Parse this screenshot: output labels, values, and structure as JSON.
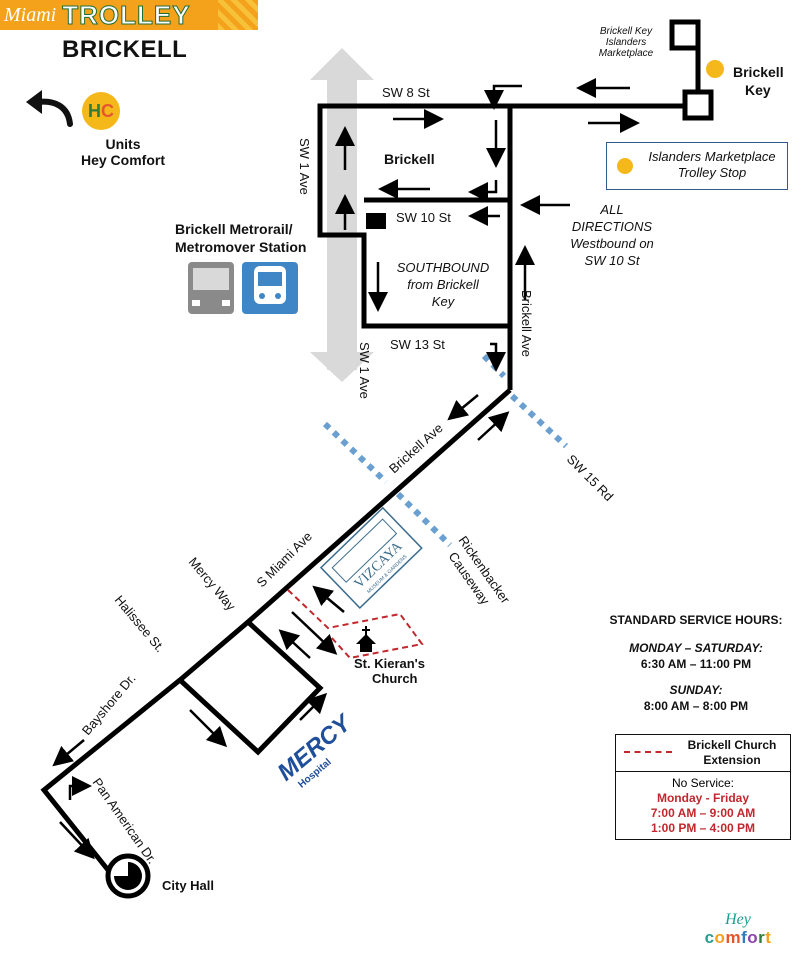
{
  "header": {
    "logo_miami": "Miami",
    "logo_trolley": "TROLLEY",
    "route_name": "BRICKELL"
  },
  "units": {
    "badge_h": "H",
    "badge_c": "C",
    "line1": "Units",
    "line2": "Hey Comfort"
  },
  "streets": {
    "sw8": "SW 8 St",
    "sw10": "SW 10 St",
    "sw13": "SW 13 St",
    "sw1_top": "SW 1 Ave",
    "sw1_bottom": "SW 1 Ave",
    "brickell_ave_right": "Brickell Ave",
    "brickell_ave_diag": "Brickell Ave",
    "sw15": "SW 15 Rd",
    "s_miami_ave": "S Miami Ave",
    "mercy_way": "Mercy Way",
    "halissee": "Halissee St.",
    "bayshore": "Bayshore Dr.",
    "pan_american": "Pan American Dr.",
    "rickenbacker_1": "Rickenbacker",
    "rickenbacker_2": "Causeway"
  },
  "places": {
    "brickell": "Brickell",
    "brickell_key_1": "Brickell",
    "brickell_key_2": "Key",
    "islanders_1": "Brickell Key",
    "islanders_2": "Islanders",
    "islanders_3": "Marketplace",
    "metro_1": "Brickell Metrorail/",
    "metro_2": "Metromover Station",
    "st_kierans_1": "St. Kieran's",
    "st_kierans_2": "Church",
    "city_hall": "City Hall",
    "vizcaya": "VIZCAYA",
    "vizcaya_sub": "MUSEUM & GARDENS",
    "mercy": "MERCY",
    "mercy_sub": "Hospital"
  },
  "notes": {
    "southbound_1": "SOUTHBOUND",
    "southbound_2": "from Brickell",
    "southbound_3": "Key",
    "all_dir_1": "ALL",
    "all_dir_2": "DIRECTIONS",
    "all_dir_3": "Westbound on",
    "all_dir_4": "SW 10 St"
  },
  "legend": {
    "stop_label_1": "Islanders Marketplace",
    "stop_label_2": "Trolley Stop",
    "stop_color": "#f5b81b"
  },
  "hours": {
    "title": "STANDARD SERVICE HOURS:",
    "weekday_label": "MONDAY – SATURDAY:",
    "weekday_hours": "6:30 AM – 11:00 PM",
    "sunday_label": "SUNDAY:",
    "sunday_hours": "8:00 AM – 8:00 PM"
  },
  "extension": {
    "title_1": "Brickell Church",
    "title_2": "Extension",
    "no_service": "No Service:",
    "days": "Monday - Friday",
    "time_1": "7:00 AM – 9:00 AM",
    "time_2": "1:00 PM – 4:00 PM",
    "color": "#c1272d"
  },
  "footer_logo": {
    "hey": "Hey",
    "comfort": "comfort"
  },
  "colors": {
    "route": "#000000",
    "metrorail": "#6a9fd0",
    "corridor": "#d9d9d9"
  }
}
